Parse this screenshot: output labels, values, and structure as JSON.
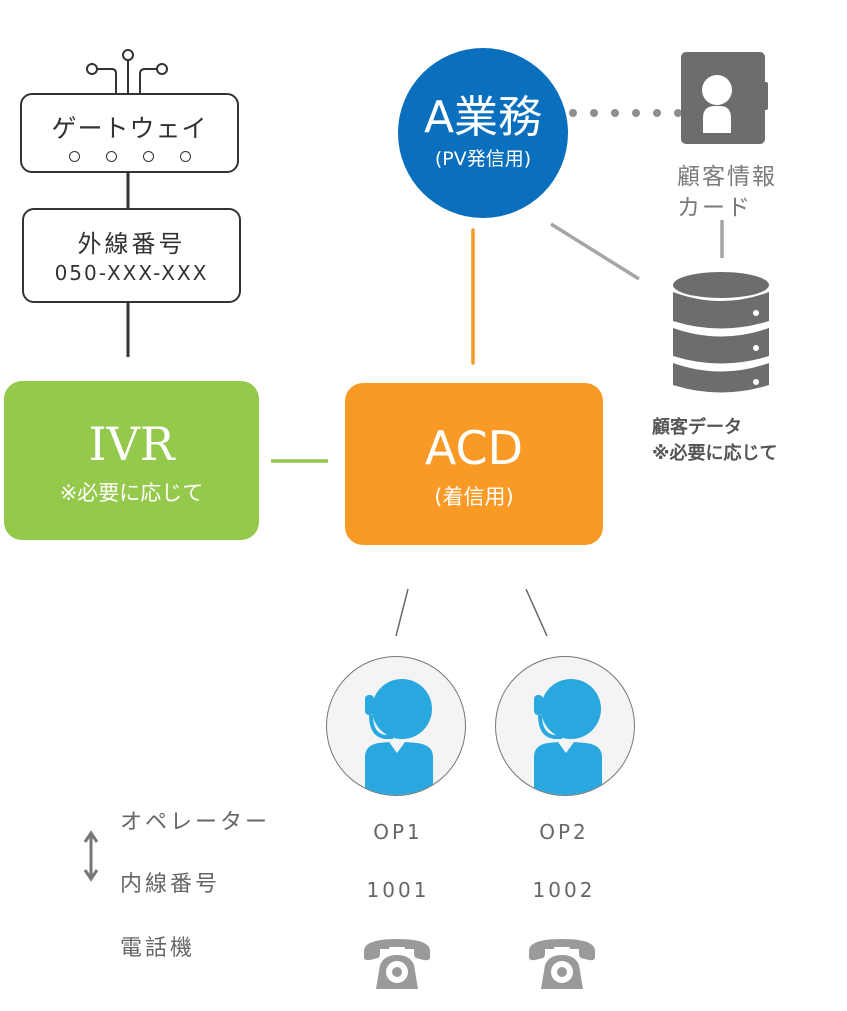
{
  "gateway": {
    "label": "ゲートウェイ"
  },
  "external_number": {
    "title": "外線番号",
    "number": "050-XXX-XXX"
  },
  "ivr": {
    "title": "IVR",
    "note": "※必要に応じて"
  },
  "acd": {
    "title": "ACD",
    "subtitle": "(着信用)"
  },
  "business": {
    "title": "A業務",
    "subtitle": "(PV発信用)"
  },
  "customer_card": {
    "line1": "顧客情報",
    "line2": "カード",
    "icon": "contact-card-icon"
  },
  "customer_data": {
    "line1": "顧客データ",
    "line2": "※必要に応じて",
    "icon": "database-icon"
  },
  "legend": {
    "operator": "オペレーター",
    "extension": "内線番号",
    "phone": "電話機",
    "arrow_icon": "up-down-arrow-icon"
  },
  "operators": [
    {
      "name": "OP1",
      "extension": "1001",
      "icon": "operator-headset-icon",
      "phone_icon": "telephone-icon"
    },
    {
      "name": "OP2",
      "extension": "1002",
      "icon": "operator-headset-icon",
      "phone_icon": "telephone-icon"
    }
  ],
  "colors": {
    "ivr": "#94c94b",
    "acd": "#f99a26",
    "business": "#0a6fbd",
    "operator": "#29a8e0",
    "gray_icon": "#6e6d6d"
  }
}
